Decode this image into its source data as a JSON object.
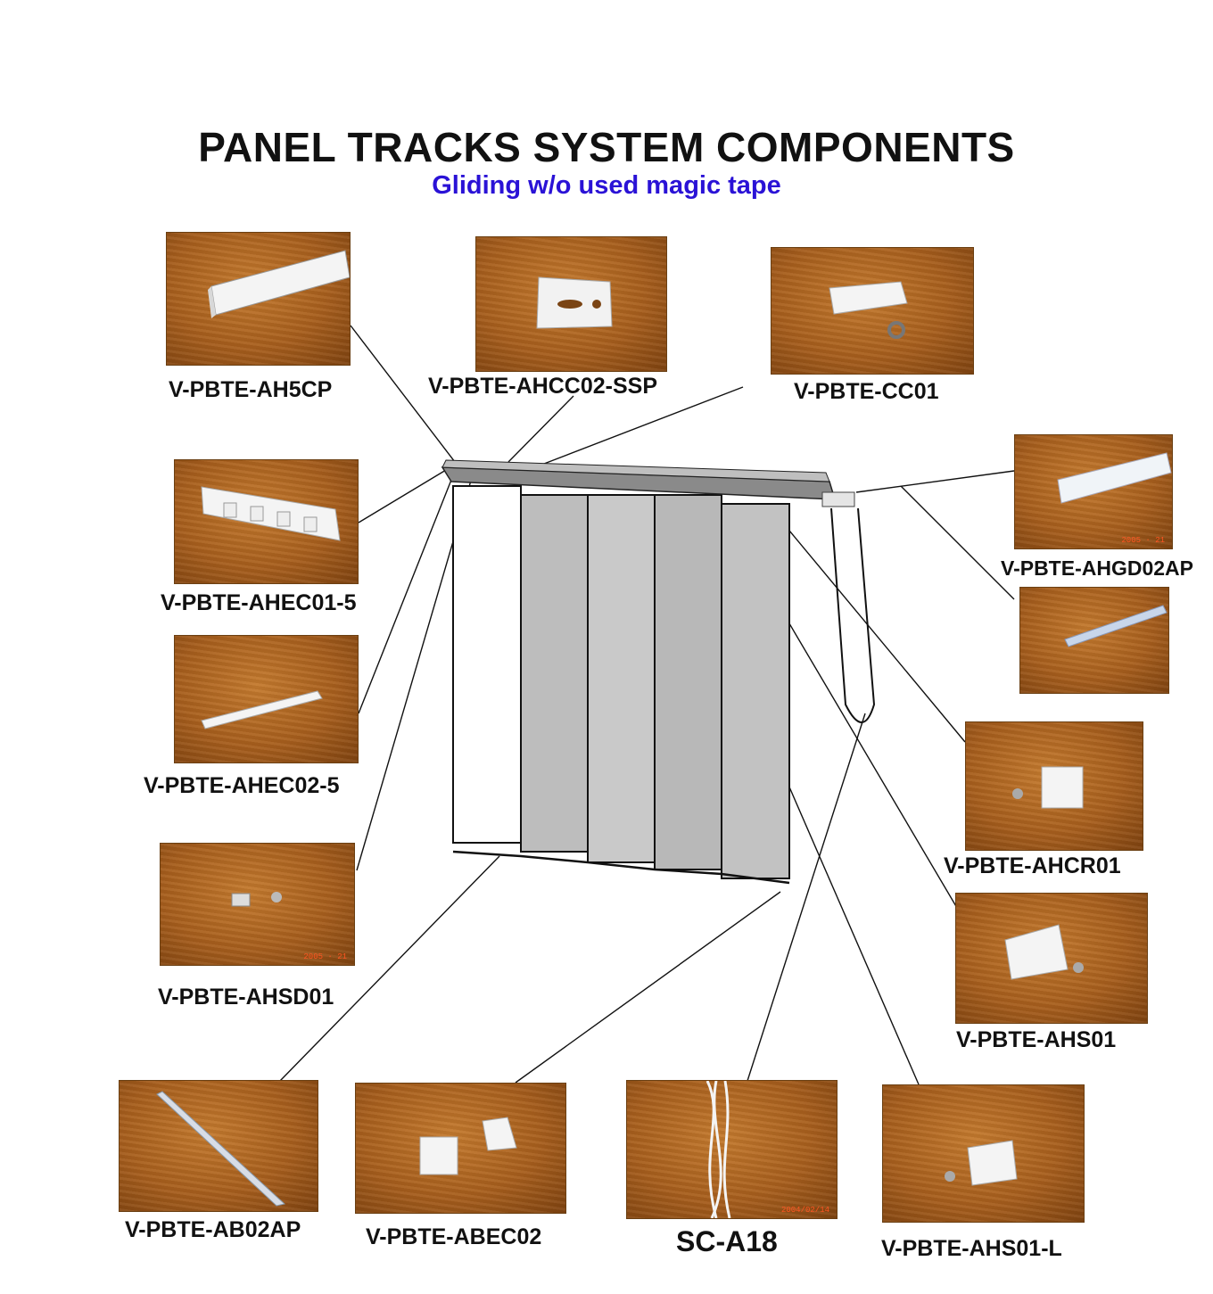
{
  "header": {
    "title": "PANEL TRACKS SYSTEM COMPONENTS",
    "subtitle": "Gliding w/o used magic tape"
  },
  "components": [
    {
      "code": "V-PBTE-AH5CP",
      "icon": "aluminium-5-channel-track-photo"
    },
    {
      "code": "V-PBTE-AHCC02-SSP",
      "icon": "ceiling-clip-photo"
    },
    {
      "code": "V-PBTE-CC01",
      "icon": "cord-carrier-photo"
    },
    {
      "code": "V-PBTE-AHGD02AP",
      "icon": "glider-profile-photo"
    },
    {
      "code": "V-PBTE-AHEC01-5",
      "icon": "end-cap-5-channel-photo"
    },
    {
      "code": "V-PBTE-AHEC02-5",
      "icon": "end-cap-5-channel-photo"
    },
    {
      "code": "V-PBTE-AHCR01",
      "icon": "cord-roller-photo"
    },
    {
      "code": "V-PBTE-AHSD01",
      "icon": "stopper-photo"
    },
    {
      "code": "V-PBTE-AHS01",
      "icon": "stopper-bracket-photo"
    },
    {
      "code": "V-PBTE-AB02AP",
      "icon": "bottom-bar-photo"
    },
    {
      "code": "V-PBTE-ABEC02",
      "icon": "bottom-end-cap-photo"
    },
    {
      "code": "SC-A18",
      "icon": "cord-photo"
    },
    {
      "code": "V-PBTE-AHS01-L",
      "icon": "stopper-bracket-left-photo"
    }
  ],
  "photo_stamps": {
    "sc_a18": "2004/02/14"
  },
  "colors": {
    "title": "#111111",
    "subtitle": "#2a12d6",
    "wood": "#a85f1d"
  }
}
